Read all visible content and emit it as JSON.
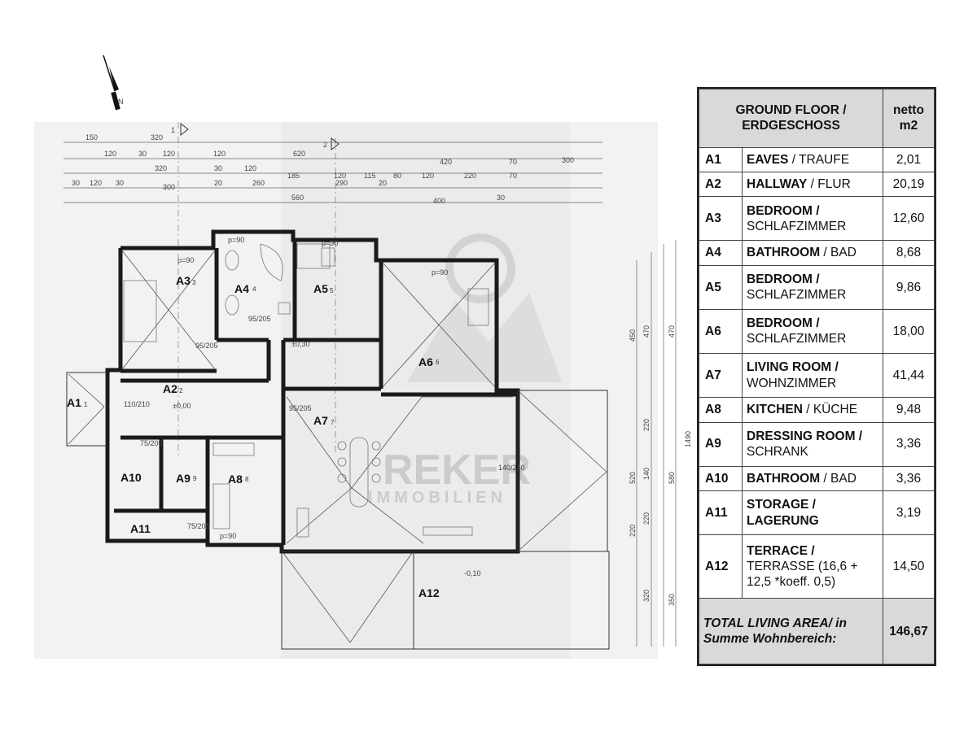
{
  "north_label": "N",
  "plan": {
    "rooms": [
      {
        "code": "A1",
        "sub": "1"
      },
      {
        "code": "A2",
        "sub": "2"
      },
      {
        "code": "A3",
        "sub": "3"
      },
      {
        "code": "A4",
        "sub": "4"
      },
      {
        "code": "A5",
        "sub": "5"
      },
      {
        "code": "A6",
        "sub": "6"
      },
      {
        "code": "A7",
        "sub": "7"
      },
      {
        "code": "A8",
        "sub": "8"
      },
      {
        "code": "A9",
        "sub": "9"
      },
      {
        "code": "A10",
        "sub": ""
      },
      {
        "code": "A11",
        "sub": ""
      },
      {
        "code": "A12",
        "sub": ""
      }
    ],
    "top_dims_row1": [
      "150",
      "320",
      "620",
      "420",
      "70",
      "300"
    ],
    "top_dims_row2": [
      "120",
      "120",
      "120",
      "30",
      "80",
      "120"
    ],
    "top_dims_row3": [
      "320",
      "30",
      "120",
      "185",
      "120",
      "115",
      "80",
      "120",
      "220",
      "70"
    ],
    "top_dims_row4": [
      "30",
      "120",
      "30",
      "260",
      "20",
      "290",
      "20"
    ],
    "top_dims_row5": [
      "300",
      "560",
      "400",
      "30"
    ],
    "right_dims": [
      "450",
      "470",
      "470",
      "1490",
      "220",
      "520",
      "140",
      "220",
      "580",
      "220",
      "320",
      "350"
    ],
    "door_labels": [
      "p=90",
      "p=90",
      "p=90",
      "p=90",
      "p=90",
      "95/205",
      "95/205",
      "95/205",
      "75/205",
      "75/205",
      "140/210",
      "110/210"
    ],
    "levels": [
      "±0,00",
      "±0,30",
      "-0,10"
    ],
    "axis_markers": [
      "1",
      "2"
    ],
    "watermark_brand": "REKER",
    "watermark_sub": "IMMOBILIEN"
  },
  "legend": {
    "header_title": "GROUND FLOOR / ERDGESCHOSS",
    "header_unit": "netto m2",
    "rows": [
      {
        "code": "A1",
        "en": "EAVES",
        "de": "TRAUFE",
        "value": "2,01"
      },
      {
        "code": "A2",
        "en": "HALLWAY",
        "de": "FLUR",
        "value": "20,19"
      },
      {
        "code": "A3",
        "en": "BEDROOM /",
        "de": "SCHLAFZIMMER",
        "value": "12,60"
      },
      {
        "code": "A4",
        "en": "BATHROOM",
        "de": "BAD",
        "value": "8,68"
      },
      {
        "code": "A5",
        "en": "BEDROOM /",
        "de": "SCHLAFZIMMER",
        "value": "9,86"
      },
      {
        "code": "A6",
        "en": "BEDROOM /",
        "de": "SCHLAFZIMMER",
        "value": "18,00"
      },
      {
        "code": "A7",
        "en": "LIVING ROOM /",
        "de": "WOHNZIMMER",
        "value": "41,44"
      },
      {
        "code": "A8",
        "en": "KITCHEN",
        "de": "KÜCHE",
        "value": "9,48"
      },
      {
        "code": "A9",
        "en": "DRESSING ROOM /",
        "de": "SCHRANK",
        "value": "3,36"
      },
      {
        "code": "A10",
        "en": "BATHROOM",
        "de": "BAD",
        "value": "3,36"
      },
      {
        "code": "A11",
        "en": "STORAGE / LAGERUNG",
        "de": "",
        "value": "3,19"
      },
      {
        "code": "A12",
        "en": "TERRACE /",
        "de": "TERRASSE (16,6 + 12,5 *koeff. 0,5)",
        "value": "14,50"
      }
    ],
    "total_label": "TOTAL LIVING AREA/ in Summe Wohnbereich:",
    "total_value": "146,67"
  }
}
